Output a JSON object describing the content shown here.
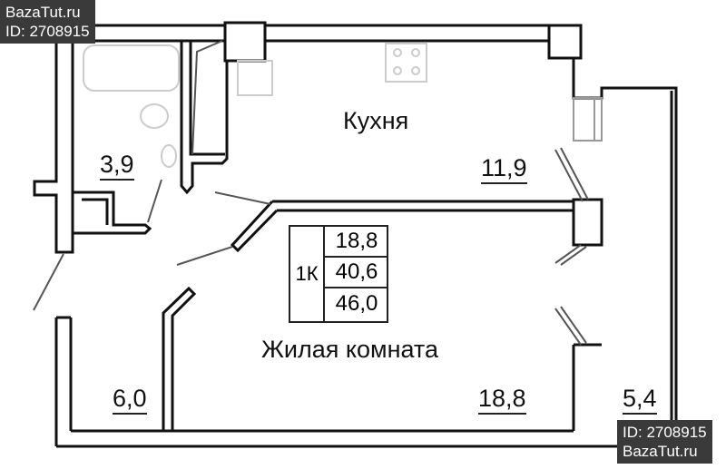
{
  "watermark_top": {
    "site": "BazaTut.ru",
    "id": "ID: 2708915"
  },
  "watermark_bottom": {
    "id": "ID: 2708915",
    "site": "BazaTut.ru"
  },
  "rooms": {
    "kitchen_label": "Кухня",
    "kitchen_area": "11,9",
    "bathroom_area": "3,9",
    "living_label": "Жилая комната",
    "living_area": "18,8",
    "hall_area": "6,0",
    "balcony_area": "5,4"
  },
  "summary": {
    "type": "1К",
    "living": "18,8",
    "total_living": "40,6",
    "total": "46,0"
  },
  "colors": {
    "wall": "#111111",
    "fixture": "#cccccc",
    "watermark": "#3a3a3a"
  }
}
